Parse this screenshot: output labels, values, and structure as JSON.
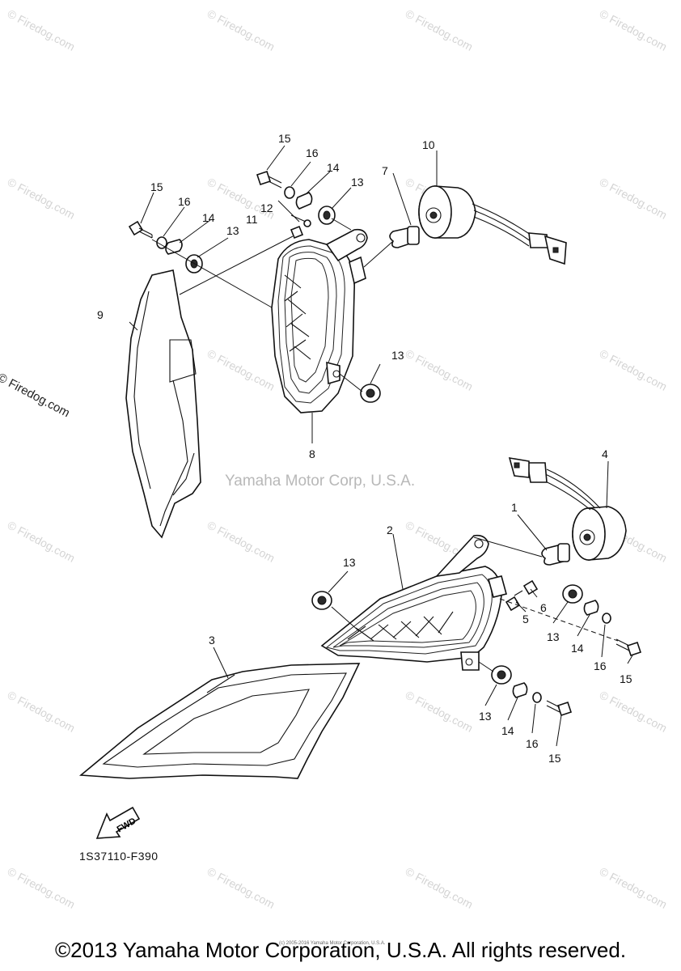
{
  "watermark": {
    "tile_text": "© Firedog.com",
    "side_text": "© Firedog.com",
    "center_text": "Yamaha Motor Corp, U.S.A."
  },
  "callouts": {
    "c1": "1",
    "c2": "2",
    "c3": "3",
    "c4": "4",
    "c5": "5",
    "c6": "6",
    "c7": "7",
    "c8": "8",
    "c9": "9",
    "c10": "10",
    "c11": "11",
    "c12": "12",
    "c13a": "13",
    "c13b": "13",
    "c13c": "13",
    "c13d": "13",
    "c13e": "13",
    "c13f": "13",
    "c14a": "14",
    "c14b": "14",
    "c14c": "14",
    "c14d": "14",
    "c15a": "15",
    "c15b": "15",
    "c15c": "15",
    "c15d": "15",
    "c16a": "16",
    "c16b": "16",
    "c16c": "16",
    "c16d": "16"
  },
  "fwd_label": "FWD",
  "diagram_code": "1S37110-F390",
  "copyright": "©2013 Yamaha Motor Corporation, U.S.A. All rights reserved.",
  "tiny_note": "(c) 2005-2016 Yamaha Motor Corporation, U.S.A."
}
